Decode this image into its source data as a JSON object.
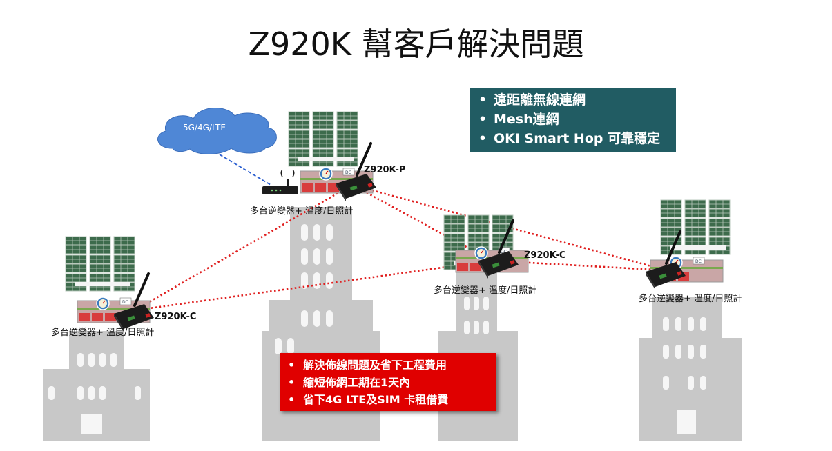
{
  "title": "Z920K 幫客戶解決問題",
  "cloud": {
    "label": "5G/4G/LTE"
  },
  "teal_box": {
    "items": [
      "遠距離無線連網",
      "Mesh連網",
      "OKI Smart Hop 可靠穩定"
    ],
    "color": "#215c63"
  },
  "red_box": {
    "items": [
      "解決佈線問題及省下工程費用",
      "縮短佈網工期在1天內",
      "省下4G LTE及SIM 卡租借費"
    ],
    "color": "#e00000"
  },
  "nodes": [
    {
      "device": "Z920K-P",
      "caption": "多台逆變器+ 溫度/日照計"
    },
    {
      "device": "Z920K-C",
      "caption": "多台逆變器+ 溫度/日照計"
    },
    {
      "device": "Z920K-C",
      "caption": "多台逆變器+ 溫度/日照計"
    },
    {
      "device": "",
      "caption": "多台逆變器+ 溫度/日照計"
    }
  ],
  "panel_dc_label": "DC",
  "link_color": "#e02020"
}
